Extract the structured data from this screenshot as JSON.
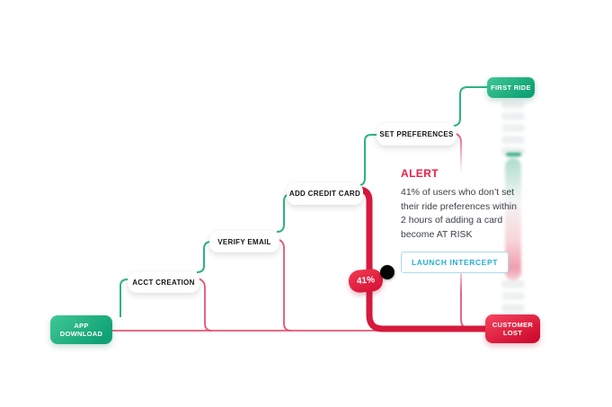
{
  "colors": {
    "background": "#FFFFFF",
    "green_line": "#2BB385",
    "green_badge_gradient": [
      "#41C795",
      "#0FA173"
    ],
    "red_badge_gradient": [
      "#F64560",
      "#CE0B2D"
    ],
    "thin_red_line": "#E25672",
    "thick_red_line": "#D7193D",
    "alert_red": "#EC1C45",
    "intercept_cyan": "#27AED3",
    "step_text": "#141414",
    "body_text": "#3C4048"
  },
  "funnel": {
    "steps": [
      {
        "id": "app-download",
        "label": "APP DOWNLOAD",
        "line1": "APP",
        "line2": "DOWNLOAD",
        "type": "start"
      },
      {
        "id": "acct-creation",
        "label": "ACCT CREATION",
        "type": "step"
      },
      {
        "id": "verify-email",
        "label": "VERIFY EMAIL",
        "type": "step"
      },
      {
        "id": "add-credit-card",
        "label": "ADD CREDIT CARD",
        "type": "step"
      },
      {
        "id": "set-preferences",
        "label": "SET PREFERENCES",
        "type": "step"
      },
      {
        "id": "first-ride",
        "label": "FIRST RIDE",
        "type": "success"
      },
      {
        "id": "customer-lost",
        "label": "CUSTOMER LOST",
        "line1": "CUSTOMER",
        "line2": "LOST",
        "type": "lost"
      }
    ],
    "dropoff": {
      "label": "41%"
    }
  },
  "alert": {
    "title": "ALERT",
    "body_lines": [
      "41% of users who don’t set",
      "their ride preferences within",
      "2 hours of adding a card",
      "become AT RISK"
    ],
    "body_text": "41% of users who don’t set their ride preferences within 2 hours of adding a card become AT RISK",
    "button_label": "LAUNCH INTERCEPT"
  }
}
